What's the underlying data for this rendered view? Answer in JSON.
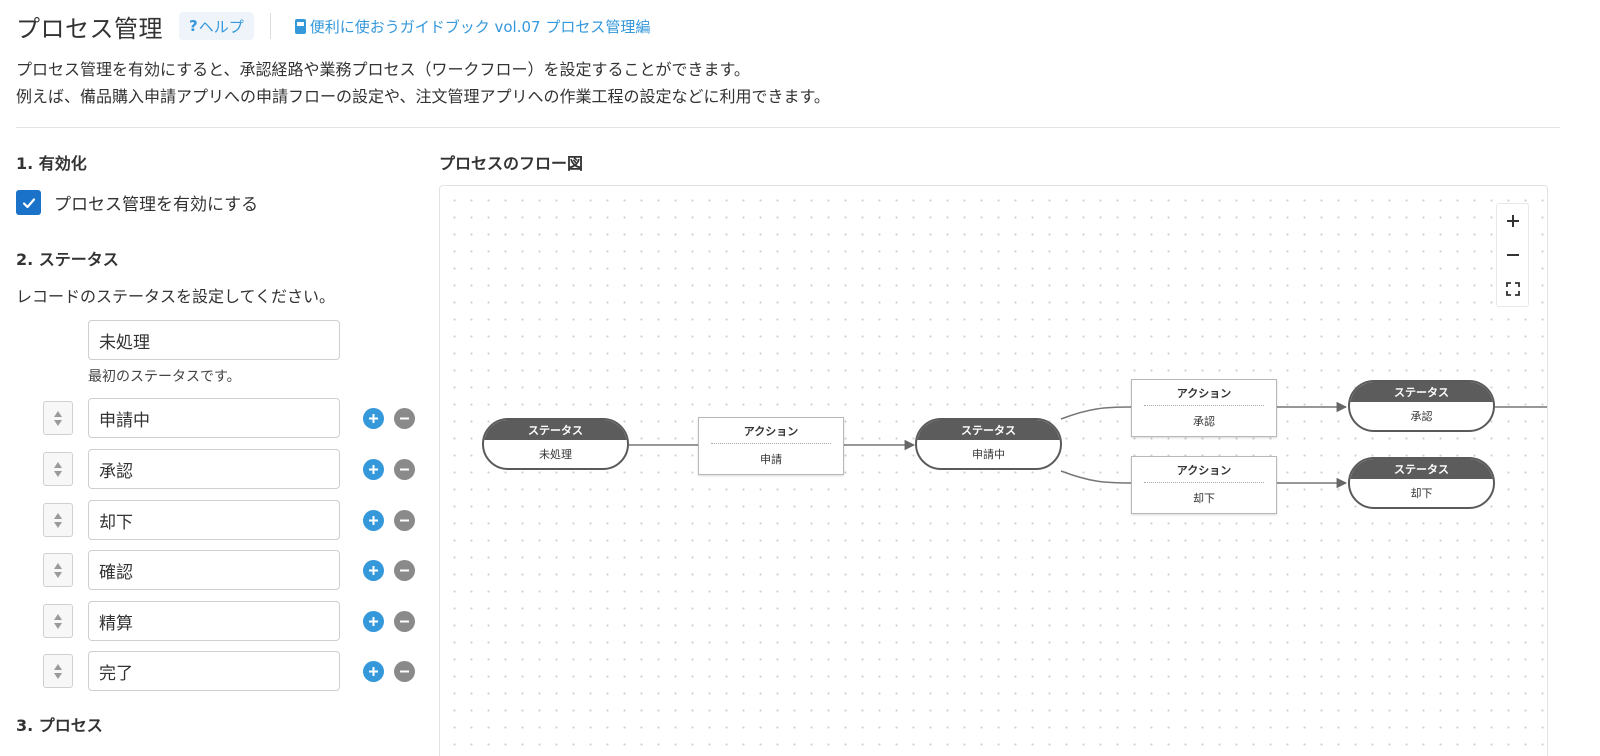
{
  "header": {
    "title": "プロセス管理",
    "help_q": "?",
    "help_label": "ヘルプ",
    "guide_link": "便利に使おうガイドブック vol.07 プロセス管理編"
  },
  "description": {
    "line1": "プロセス管理を有効にすると、承認経路や業務プロセス（ワークフロー）を設定することができます。",
    "line2": "例えば、備品購入申請アプリへの申請フローの設定や、注文管理アプリへの作業工程の設定などに利用できます。"
  },
  "enable": {
    "heading": "1. 有効化",
    "label": "プロセス管理を有効にする",
    "checked": true
  },
  "statuses": {
    "heading": "2. ステータス",
    "hint": "レコードのステータスを設定してください。",
    "first": "未処理",
    "first_note": "最初のステータスです。",
    "items": [
      "申請中",
      "承認",
      "却下",
      "確認",
      "精算",
      "完了"
    ]
  },
  "process": {
    "heading": "3. プロセス"
  },
  "flow": {
    "title": "プロセスのフロー図",
    "status_header": "ステータス",
    "action_header": "アクション",
    "nodes": {
      "s1": "未処理",
      "a1": "申請",
      "s2": "申請中",
      "a2": "承認",
      "a3": "却下",
      "s3": "承認",
      "s4": "却下"
    },
    "colors": {
      "status_header": "#5c5c5c",
      "accent": "#3498db",
      "checkbox": "#1a73c9"
    }
  }
}
